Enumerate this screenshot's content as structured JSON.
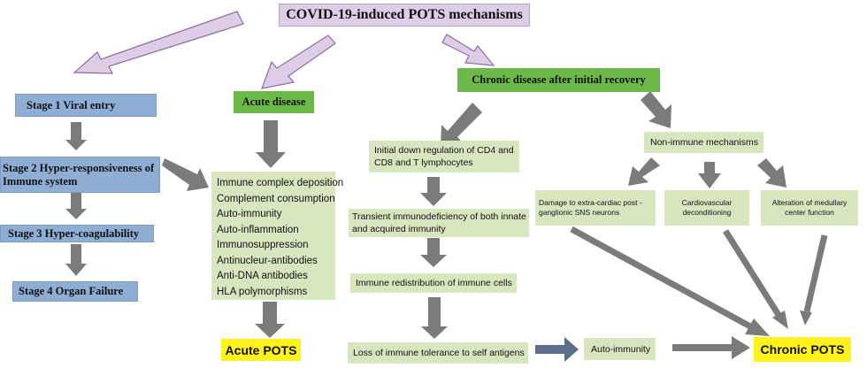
{
  "title": "COVID-19-induced POTS mechanisms",
  "stages": [
    "Stage 1 Viral entry",
    "Stage 2 Hyper-responsiveness of Immune system",
    "Stage 3 Hyper-coagulability",
    "Stage 4 Organ Failure"
  ],
  "acute": {
    "label": "Acute disease",
    "items": [
      "Immune complex deposition",
      "Complement consumption",
      "Auto-immunity",
      "Auto-inflammation",
      "Immunosuppression",
      "Antinucleur-antibodies",
      "Anti-DNA antibodies",
      "HLA polymorphisms"
    ],
    "outcome": "Acute POTS"
  },
  "chronic": {
    "label": "Chronic disease after initial recovery",
    "immune_steps": [
      "Initial down regulation of CD4 and CD8 and T lymphocytes",
      "Transient immunodeficiency of both innate and acquired immunity",
      "Immune redistribution of immune cells",
      "Loss of immune tolerance to self antigens"
    ],
    "autoimmunity": "Auto-immunity",
    "non_immune": "Non-immune mechanisms",
    "non_immune_items": [
      "Damage to extra-cardiac post - ganglionic SNS neurons",
      "Cardiovascular deconditioning",
      "Alteration of medullary center function"
    ],
    "outcome": "Chronic POTS"
  },
  "colors": {
    "stage_blue": "#8eaed4",
    "green": "#6cb94a",
    "light_green": "#d8e6c0",
    "title_lavender": "#ddcde6",
    "outcome_yellow": "#fff21c",
    "arrow_gray": "#7b7b7b",
    "arrow_blue_gray": "#5b6e8a"
  }
}
